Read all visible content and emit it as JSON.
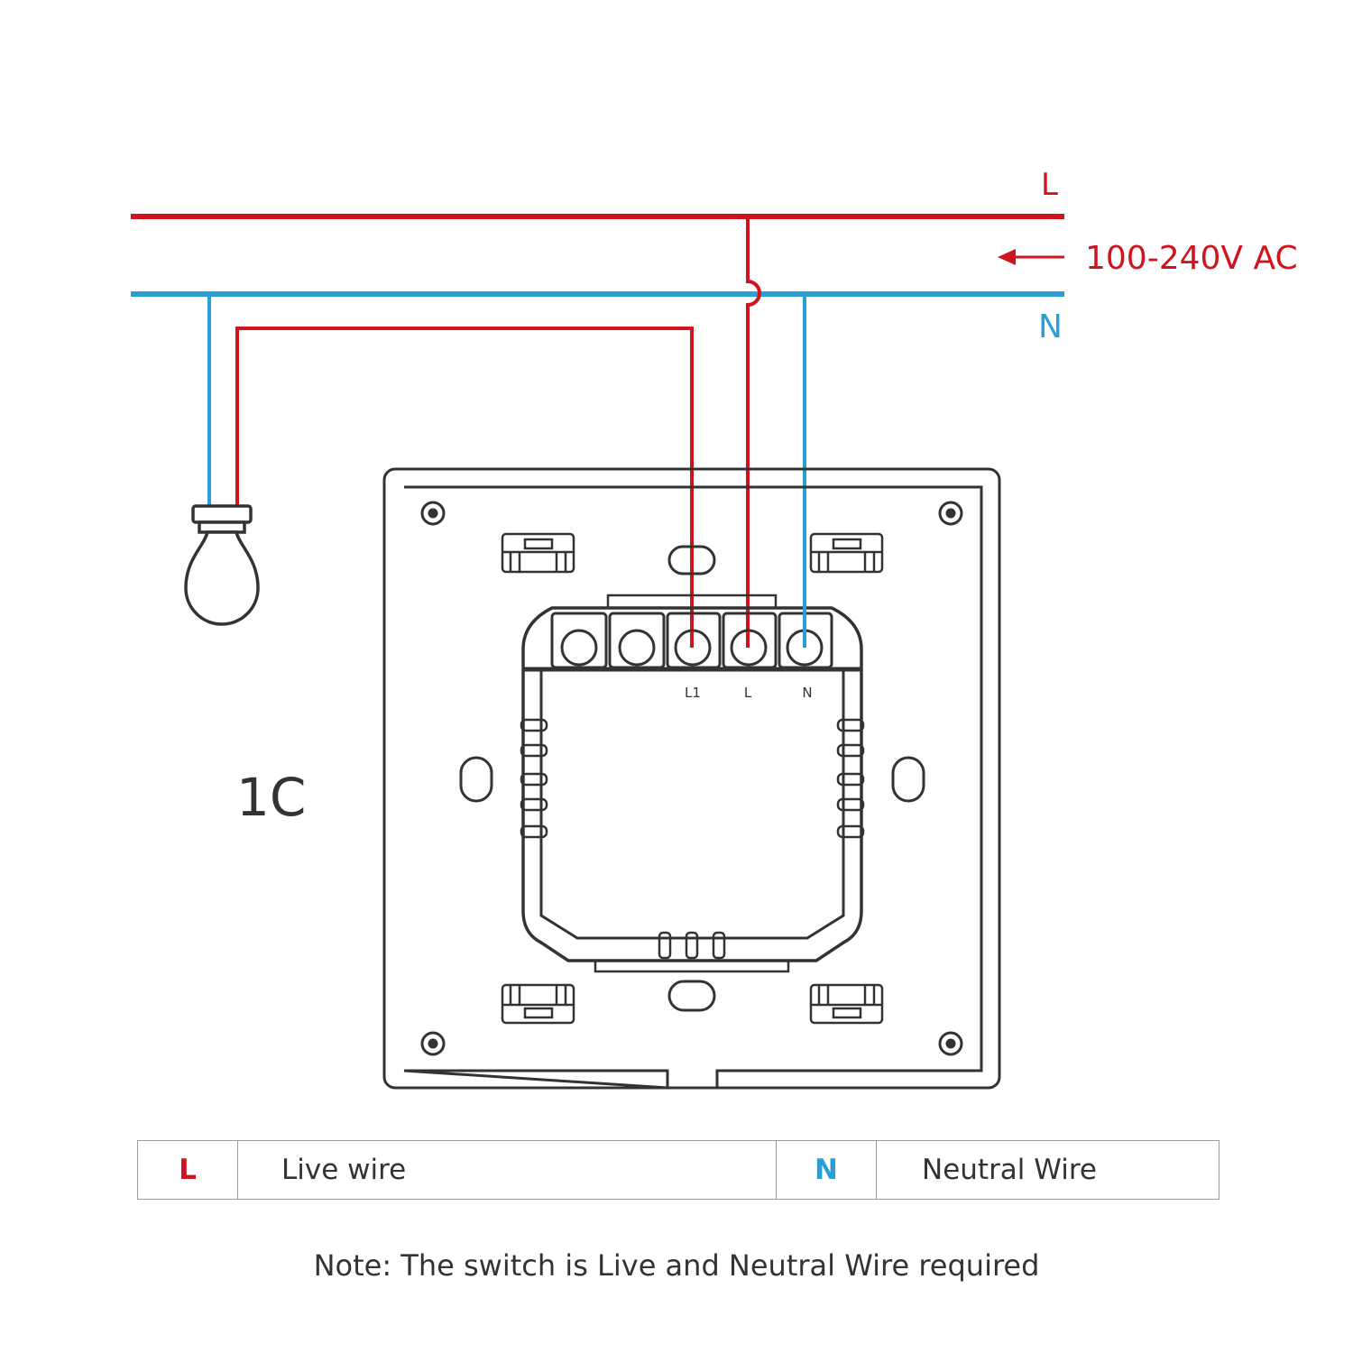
{
  "colors": {
    "live": "#d0141f",
    "neutral": "#2a9fd6",
    "device": "#333333"
  },
  "diagram": {
    "line_live_label": "L",
    "line_neutral_label": "N",
    "supply_label": "100-240V AC",
    "gang_label": "1C",
    "terminals": [
      "L1",
      "L",
      "N"
    ]
  },
  "legend": {
    "live_key": "L",
    "live_desc": "Live wire",
    "neutral_key": "N",
    "neutral_desc": "Neutral Wire"
  },
  "note": "Note: The switch is Live and Neutral Wire required"
}
